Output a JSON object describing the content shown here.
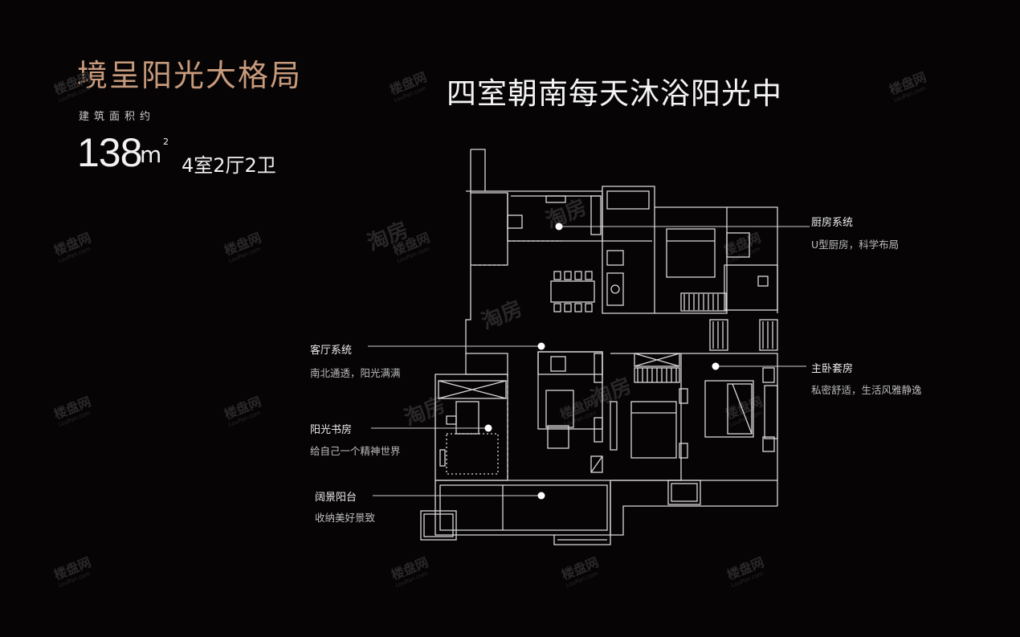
{
  "header": {
    "title_left": "境呈阳光大格局",
    "area_label": "建筑面积约",
    "area_value": "138",
    "area_unit": "m",
    "area_unit_sup": "2",
    "layout": "4室2厅2卫",
    "headline": "四室朝南每天沐浴阳光中"
  },
  "callouts": {
    "kitchen": {
      "title": "厨房系统",
      "desc": "U型厨房，科学布局"
    },
    "living": {
      "title": "客厅系统",
      "desc": "南北通透，阳光满满"
    },
    "master": {
      "title": "主卧套房",
      "desc": "私密舒适，生活风雅静逸"
    },
    "study": {
      "title": "阳光书房",
      "desc": "给自己一个精神世界"
    },
    "balcony": {
      "title": "阔景阳台",
      "desc": "收纳美好景致"
    }
  },
  "watermarks": {
    "logo_text": "楼盘网",
    "logo_sub": "LouPan.com",
    "taofang": "淘房"
  },
  "colors": {
    "background": "#060405",
    "accent_gold": "#c79a7c",
    "line": "#d9d9d9"
  }
}
